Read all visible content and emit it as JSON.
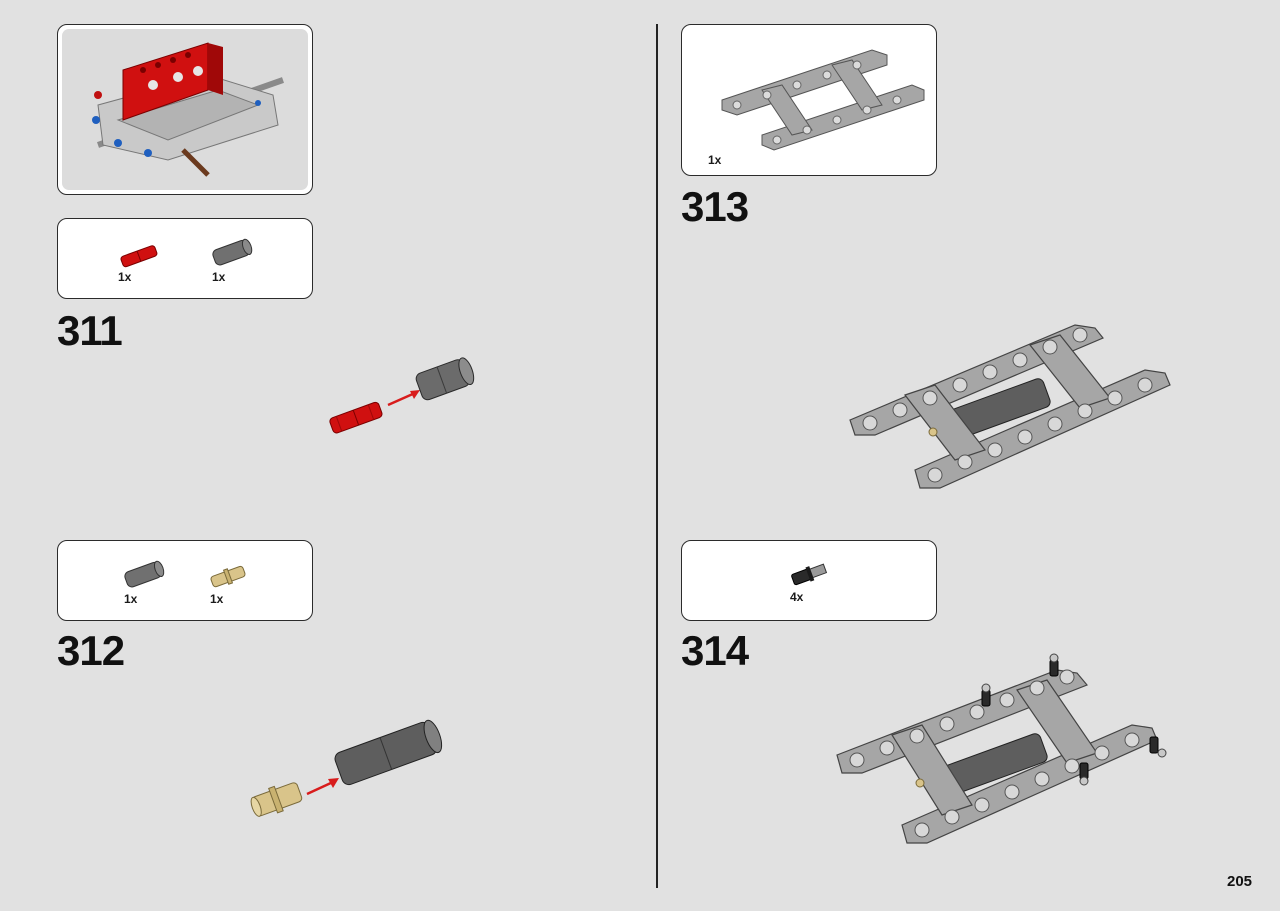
{
  "page": {
    "number": "205"
  },
  "steps": [
    {
      "number": "311",
      "parts": [
        {
          "qty": "1x"
        },
        {
          "qty": "1x"
        }
      ]
    },
    {
      "number": "312",
      "parts": [
        {
          "qty": "1x"
        },
        {
          "qty": "1x"
        }
      ]
    },
    {
      "number": "313",
      "parts": [
        {
          "qty": "1x"
        }
      ]
    },
    {
      "number": "314",
      "parts": [
        {
          "qty": "4x"
        }
      ]
    }
  ],
  "colors": {
    "background": "#e1e1e1",
    "red_part": "#d01010",
    "gray_part": "#6b6b6b",
    "tan_part": "#d9c48a",
    "arrow": "#d81c1c",
    "frame": "#a6a6a6"
  },
  "icons": [
    "submodel-preview",
    "red-axle-connector",
    "gray-axle-connector",
    "tan-pin",
    "beam-frame",
    "black-pin-axle",
    "assembly-arrow"
  ]
}
